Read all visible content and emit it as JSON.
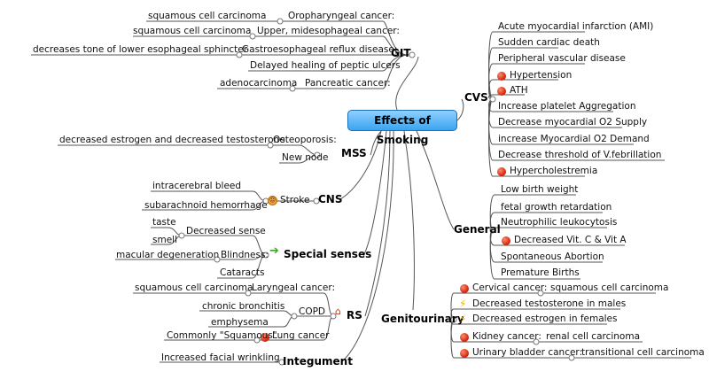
{
  "center": {
    "label": "Effects of Smoking"
  },
  "git": {
    "title": "GIT",
    "items": [
      {
        "label": "Oropharyngeal cancer:",
        "detail": "squamous cell carcinoma"
      },
      {
        "label": "Upper, midesophageal cancer:",
        "detail": "squamous cell carcinoma"
      },
      {
        "label": "Gastroesophageal reflux disease:",
        "detail": "decreases tone of lower esophageal sphincter"
      },
      {
        "label": "Delayed healing of peptic ulcers"
      },
      {
        "label": "Pancreatic cancer:",
        "detail": "adenocarcinoma"
      }
    ]
  },
  "mss": {
    "title": "MSS",
    "items": [
      {
        "label": "Osteoporosis:",
        "detail": "decreased estrogen and decreased testosterone"
      },
      {
        "label": "New node"
      }
    ]
  },
  "cns": {
    "title": "CNS",
    "stroke": {
      "label": "Stroke",
      "icon": "sad-face-icon",
      "children": [
        "intracerebral bleed",
        "subarachnoid hemorrhage"
      ]
    }
  },
  "special_senses": {
    "title": "Special senses",
    "icon": "green-arrow-icon",
    "items": [
      {
        "label": "Decreased sense",
        "children": [
          "taste",
          "smell"
        ]
      },
      {
        "label": "Blindness:",
        "detail": "macular degeneration"
      },
      {
        "label": "Cataracts"
      }
    ]
  },
  "rs": {
    "title": "RS",
    "icon": "house-icon",
    "items": [
      {
        "label": "Laryngeal cancer:",
        "detail": "squamous cell carcinoma"
      },
      {
        "label": "COPD",
        "children": [
          "chronic bronchitis",
          "emphysema"
        ]
      },
      {
        "label": "Lung cancer",
        "icon": "red-dot-icon",
        "detail": "Commonly \"Squamous\""
      }
    ]
  },
  "integument": {
    "title": "Integument",
    "items": [
      "Increased facial wrinkling"
    ]
  },
  "cvs": {
    "title": "CVS",
    "items": [
      {
        "label": "Acute myocardial infarction (AMI)"
      },
      {
        "label": "Sudden cardiac death"
      },
      {
        "label": "Peripheral vascular disease"
      },
      {
        "label": "Hypertension",
        "icon": "red-dot-icon"
      },
      {
        "label": "ATH",
        "icon": "red-dot-icon"
      },
      {
        "label": "Increase platelet Aggregation"
      },
      {
        "label": "Decrease myocardial O2 Supply"
      },
      {
        "label": "increase Myocardial O2 Demand"
      },
      {
        "label": "Decrease threshold of V.febrillation"
      },
      {
        "label": "Hypercholestremia",
        "icon": "red-dot-icon"
      }
    ]
  },
  "general": {
    "title": "General",
    "items": [
      {
        "label": "Low birth weight"
      },
      {
        "label": "fetal growth retardation"
      },
      {
        "label": "Neutrophilic leukocytosis"
      },
      {
        "label": "Decreased Vit. C & Vit A",
        "icon": "red-dot-icon"
      },
      {
        "label": "Spontaneous Abortion"
      },
      {
        "label": "Premature Births"
      }
    ]
  },
  "genitourinary": {
    "title": "Genitourinary",
    "items": [
      {
        "label": "Cervical cancer:",
        "icon": "red-dot-icon",
        "detail": "squamous cell carcinoma"
      },
      {
        "label": "Decreased testosterone in males",
        "icon": "lightning-icon"
      },
      {
        "label": "Decreased estrogen in females",
        "icon": "lightning-icon"
      },
      {
        "label": "Kidney cancer:",
        "icon": "red-dot-icon",
        "detail": "renal cell carcinoma"
      },
      {
        "label": "Urinary bladder cancer:",
        "icon": "red-dot-icon",
        "detail": "transitional cell carcinoma"
      }
    ]
  },
  "colors": {
    "edge": "#555555",
    "center_fill": "#5ab8f6",
    "marker": "#d0200a"
  }
}
